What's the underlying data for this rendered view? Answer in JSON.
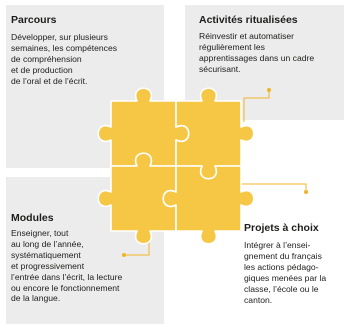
{
  "colors": {
    "panel": "#ececec",
    "puzzle": "#f6c744",
    "puzzle_outline": "#ffffff",
    "connector": "#f0b429"
  },
  "blocks": {
    "parcours": {
      "title": "Parcours",
      "text": "Développer, sur plusieurs\nsemaines, les compétences\nde compréhension\net de production\nde l’oral et de l’écrit."
    },
    "activites": {
      "title": "Activités ritualisées",
      "text": "Réinvestir et automatiser\nrégulièrement les\napprentissages dans un cadre\nsécurisant."
    },
    "modules": {
      "title": "Modules",
      "text": "Enseigner, tout\nau long de l’année,\nsystématiquement\net progressivement\nl’entrée dans l’écrit, la lecture\nou encore le fonctionnement\nde la langue."
    },
    "projets": {
      "title": "Projets à choix",
      "text": "Intégrer à l’ensei-\ngnement du français\nles actions pédago-\ngiques menées par la\nclasse, l’école ou le\ncanton."
    }
  }
}
